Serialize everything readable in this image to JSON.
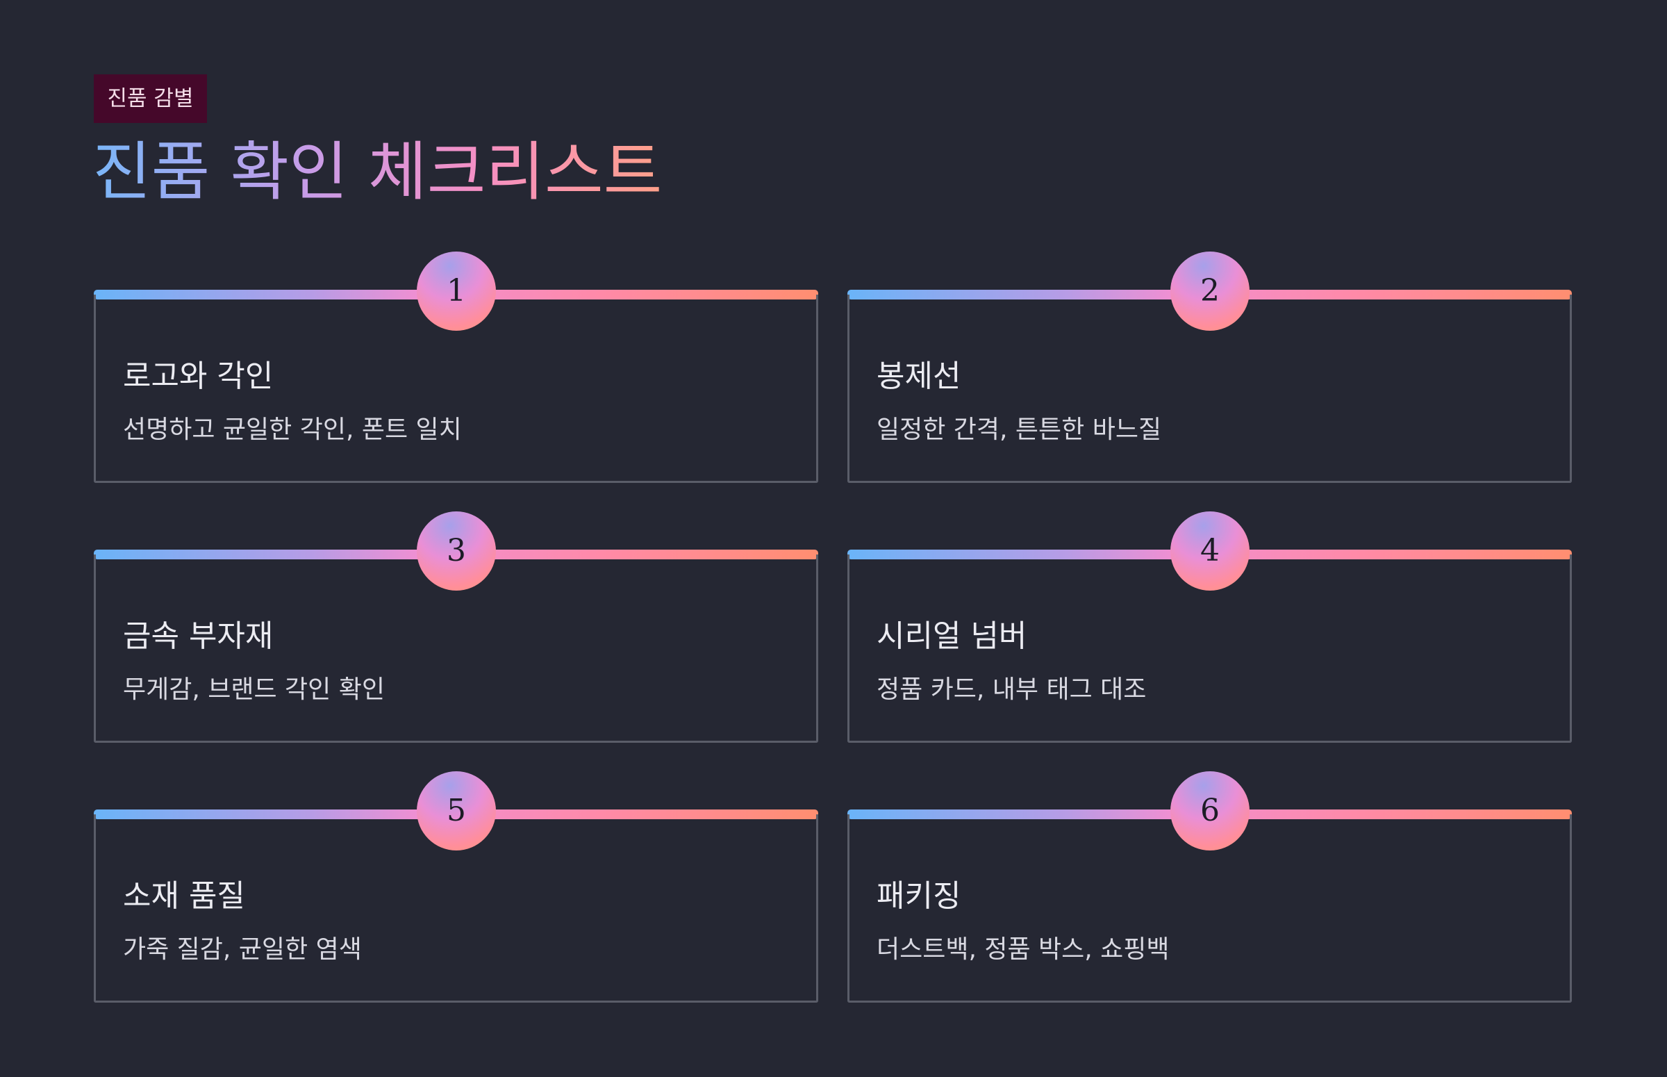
{
  "header": {
    "tag": "진품 감별",
    "title": "진품 확인 체크리스트"
  },
  "items": [
    {
      "number": "1",
      "title": "로고와 각인",
      "desc": "선명하고 균일한 각인, 폰트 일치"
    },
    {
      "number": "2",
      "title": "봉제선",
      "desc": "일정한 간격, 튼튼한 바느질"
    },
    {
      "number": "3",
      "title": "금속 부자재",
      "desc": "무게감, 브랜드 각인 확인"
    },
    {
      "number": "4",
      "title": "시리얼 넘버",
      "desc": "정품 카드, 내부 태그 대조"
    },
    {
      "number": "5",
      "title": "소재 품질",
      "desc": "가죽 질감, 균일한 염색"
    },
    {
      "number": "6",
      "title": "패키징",
      "desc": "더스트백, 정품 박스, 쇼핑백"
    }
  ],
  "colors": {
    "background": "#252733",
    "tag_background": "#45082a",
    "gradient_start": "#6ab4f8",
    "gradient_mid": "#f08fd2",
    "gradient_end": "#ff8e70",
    "card_border": "#5a5d69"
  }
}
